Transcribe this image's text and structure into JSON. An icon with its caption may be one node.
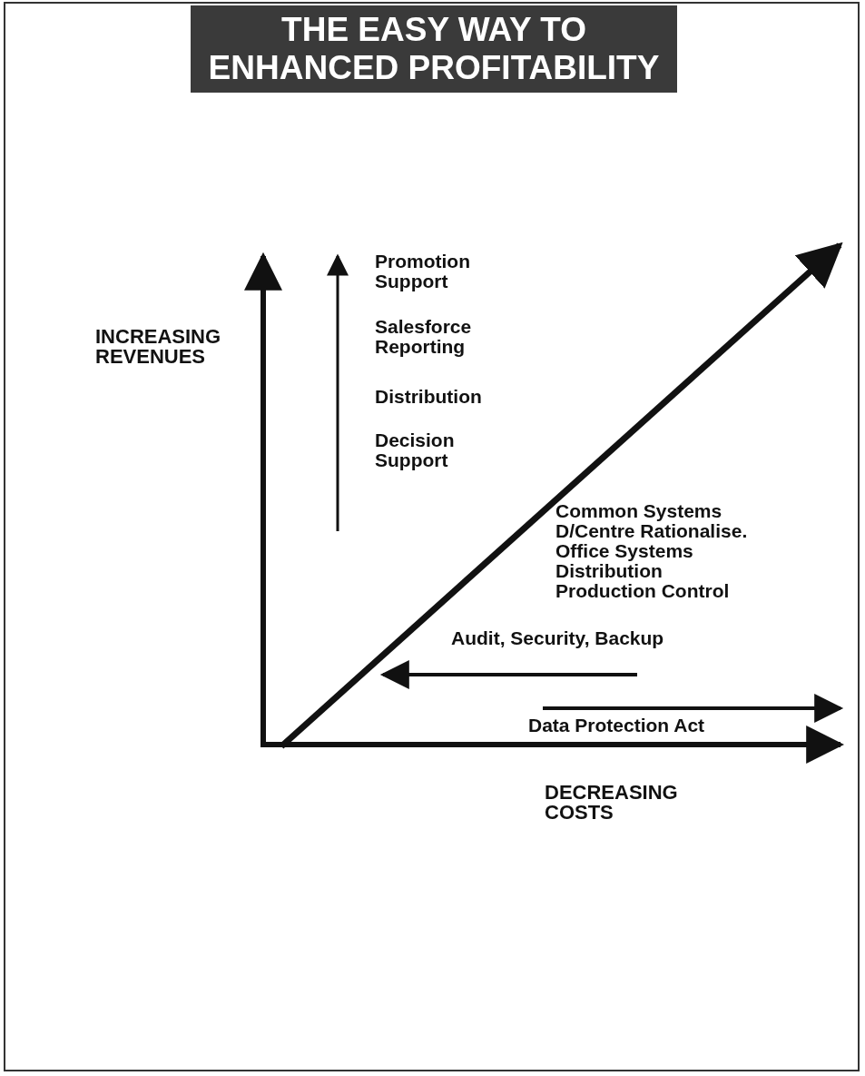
{
  "diagram": {
    "title": "THE EASY WAY TO ENHANCED PROFITABILITY",
    "labels": [
      "INCREASING REVENUES",
      "Promotion Support",
      "Salesforce Reporting",
      "Distribution",
      "Decision Support",
      "Common Systems",
      "D/Centre Rationalise.",
      "Office Systems",
      "Distribution",
      "Production Control",
      "Audit, Security, Backup",
      "Data Protection Act",
      "DECREASING COSTS"
    ]
  }
}
